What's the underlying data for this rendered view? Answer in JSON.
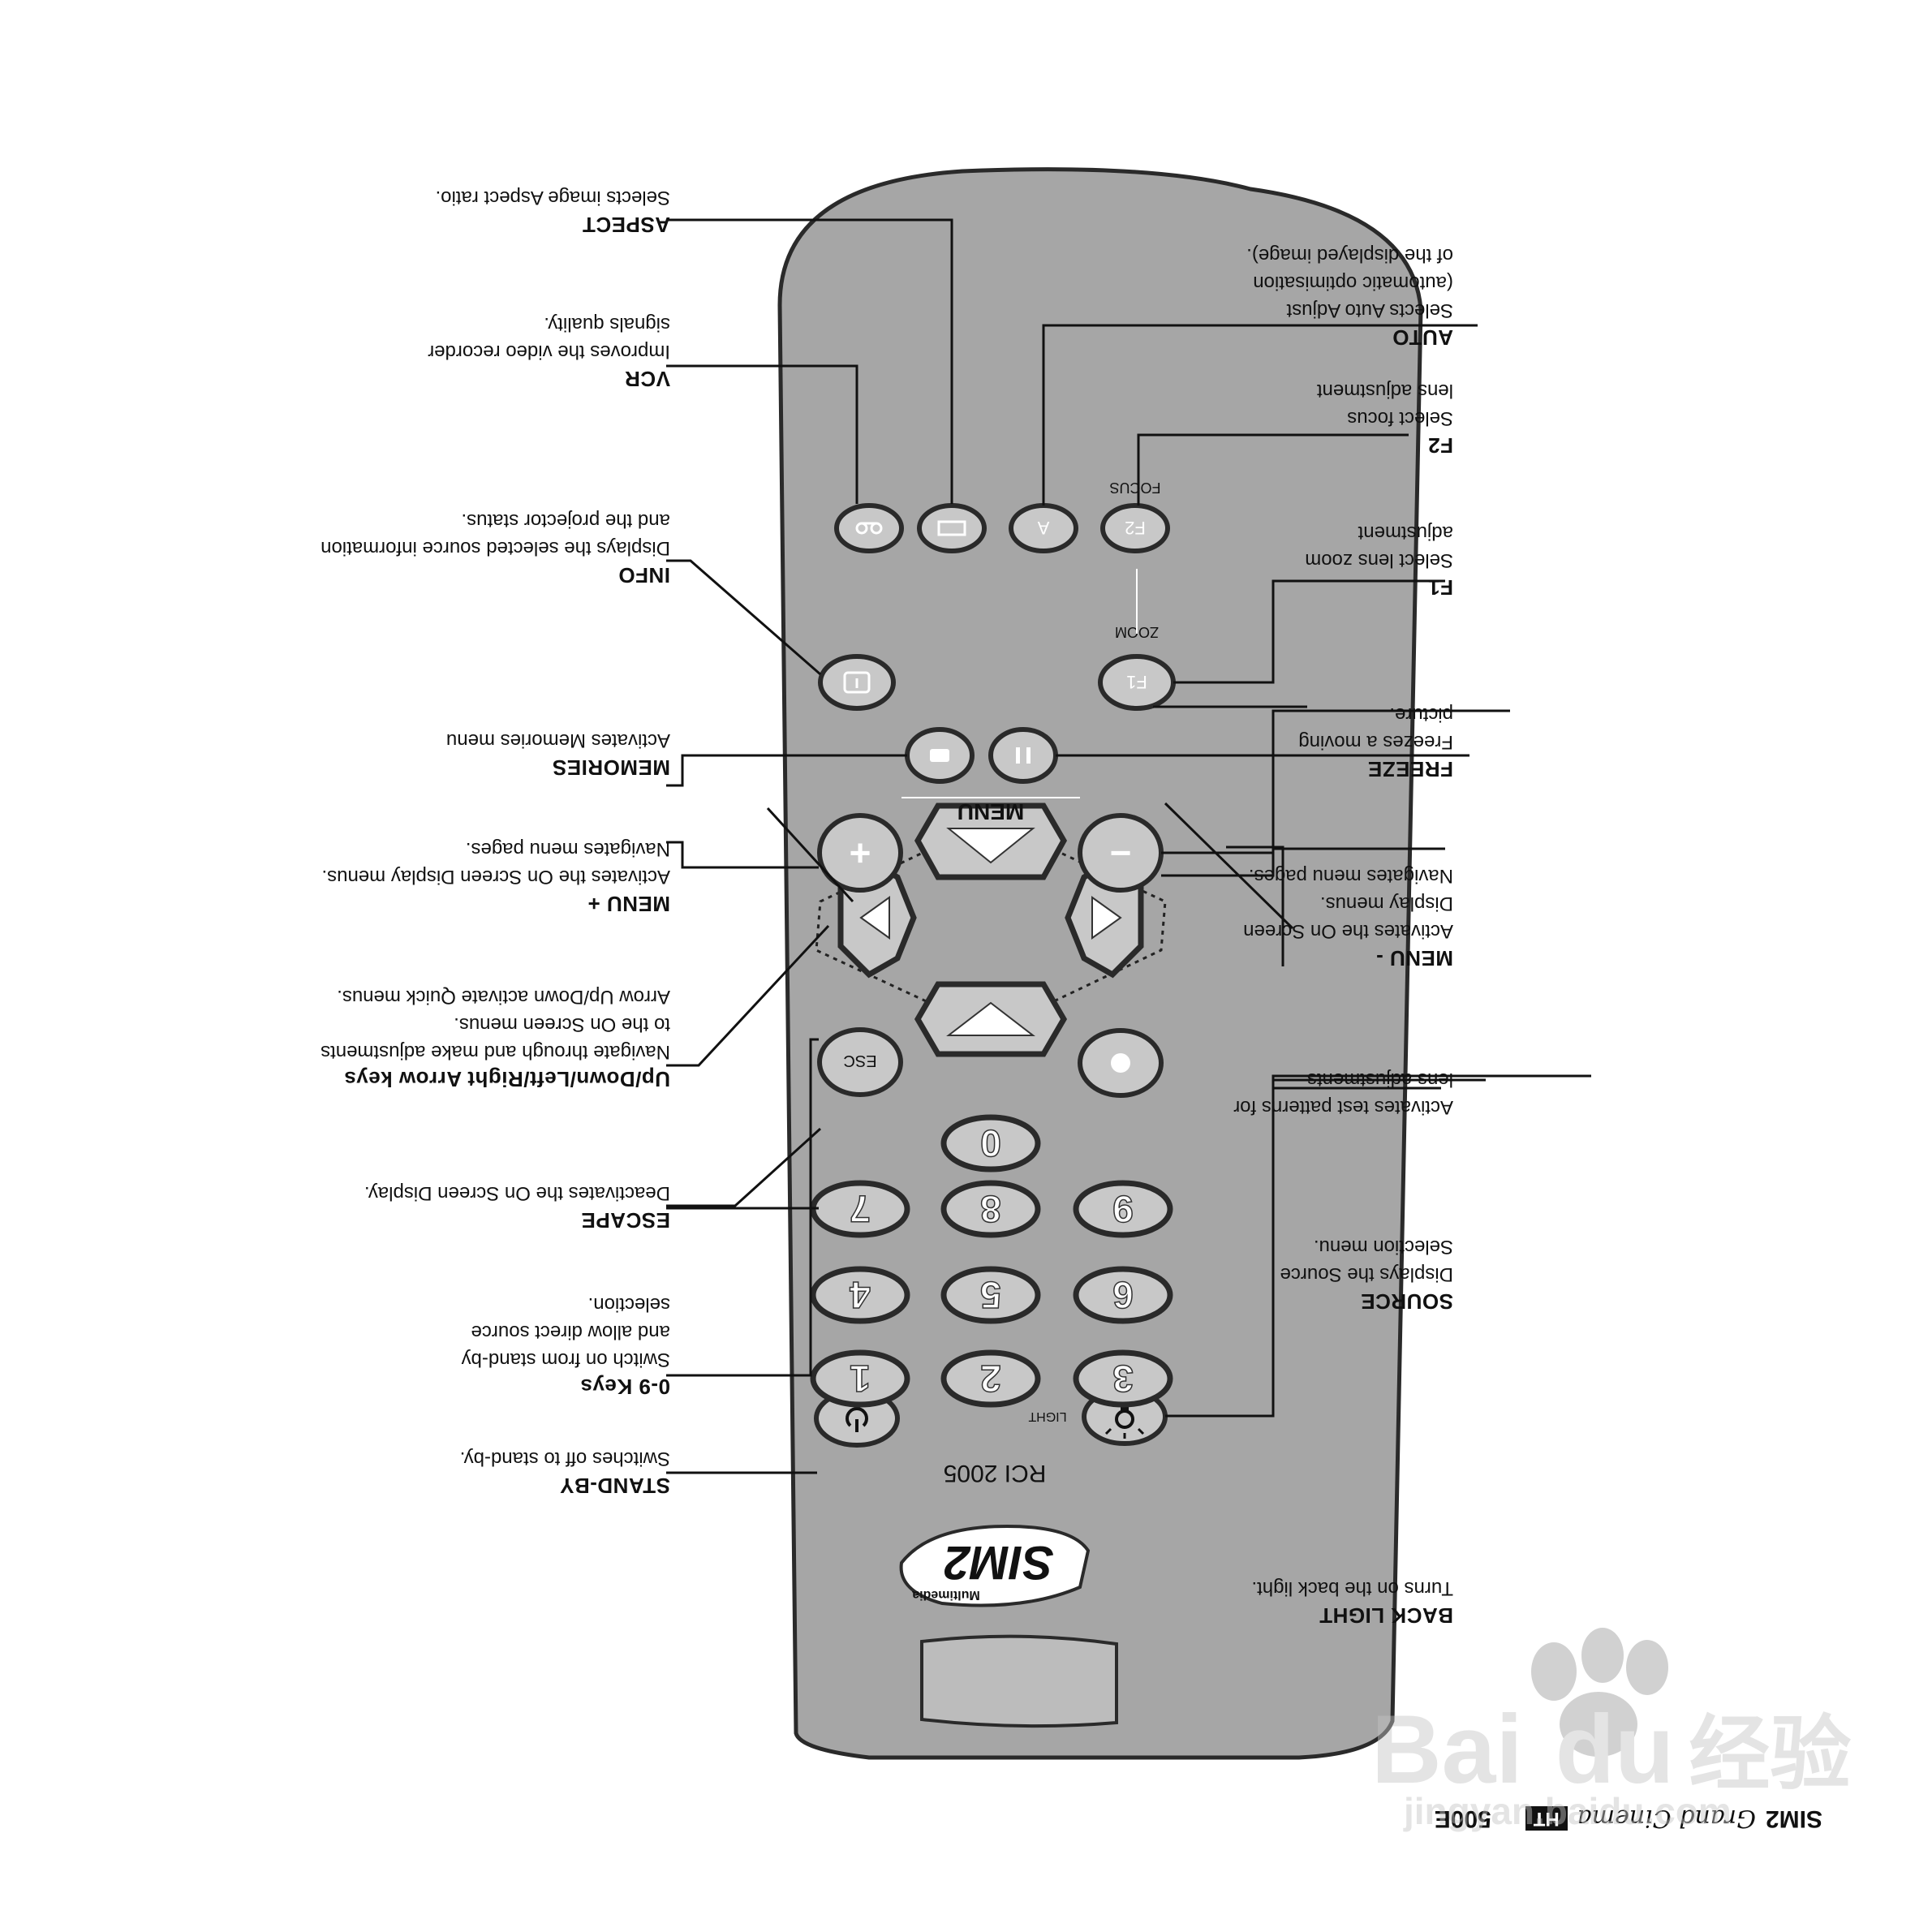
{
  "footer": {
    "brand": "SIM2",
    "line": "Grand Cinema",
    "badge": "HT",
    "model": "500E"
  },
  "remote": {
    "model": "RCI 2005",
    "logo_text": "SIM2",
    "logo_sub": "Multimedia",
    "focus_label": "FOCUS",
    "zoom_label": "ZOOM",
    "menu_label": "MENU",
    "light_label": "LIGHT",
    "key_a": "A",
    "key_f1": "F1",
    "key_f2": "F2",
    "key_esc": "ESC",
    "key_plus": "+",
    "key_minus": "−",
    "digits": [
      "1",
      "2",
      "3",
      "4",
      "5",
      "6",
      "7",
      "8",
      "9",
      "0"
    ],
    "colors": {
      "body": "#a6a6a6",
      "button": "#c8c8c8",
      "outline": "#2a2a2a"
    }
  },
  "annotations": {
    "standby": {
      "title": "STAND-BY",
      "lines": [
        "Switches off to stand-by."
      ]
    },
    "keys09": {
      "title": "0-9 Keys",
      "lines": [
        "Switch on from stand-by",
        "and allow direct source",
        "selection."
      ]
    },
    "escape": {
      "title": "ESCAPE",
      "lines": [
        "Deactivates the On Screen Display."
      ]
    },
    "arrows": {
      "title": "Up/Down/Left/Right Arrow keys",
      "lines": [
        "Navigate through and make adjustments",
        "to the On Screen menus.",
        "Arrow Up/Down activate Quick menus."
      ]
    },
    "menuplus": {
      "title": "MENU +",
      "lines": [
        "Activates  the On Screen Display menus.",
        "Navigates menu pages."
      ]
    },
    "memories": {
      "title": "MEMORIES",
      "lines": [
        "Activates  Memories menu"
      ]
    },
    "info": {
      "title": "INFO",
      "lines": [
        "Displays the selected source information",
        "and the projector status."
      ]
    },
    "vcr": {
      "title": "VCR",
      "lines": [
        "Improves the video recorder",
        "signals quality."
      ]
    },
    "aspect": {
      "title": "ASPECT",
      "lines": [
        "Selects image Aspect ratio."
      ]
    },
    "backlight": {
      "title": "BACK LIGHT",
      "lines": [
        "Turns on the back light."
      ]
    },
    "source": {
      "title": "SOURCE",
      "lines": [
        "Displays the Source",
        "Selection menu."
      ]
    },
    "testpat": {
      "title": "",
      "lines": [
        "Activates test patterns for",
        "lens adjustments"
      ]
    },
    "menuminus": {
      "title": "MENU -",
      "lines": [
        "Activates  the On Screen",
        "Display menus.",
        "Navigates menu pages."
      ]
    },
    "freeze": {
      "title": "FREEZE",
      "lines": [
        "Freezes a moving",
        "picture."
      ]
    },
    "f1": {
      "title": "F1",
      "lines": [
        "Select lens zoom",
        "adjustment"
      ]
    },
    "f2": {
      "title": "F2",
      "lines": [
        "Select focus",
        "lens adjustment"
      ]
    },
    "auto": {
      "title": "AUTO",
      "lines": [
        "Selects Auto Adjust",
        "(automatic optimisation",
        "of the displayed image)."
      ]
    }
  },
  "watermark": {
    "brand": "Bai",
    "brand2": "du",
    "cn": "经验",
    "url": "jingyan.baidu.com"
  }
}
